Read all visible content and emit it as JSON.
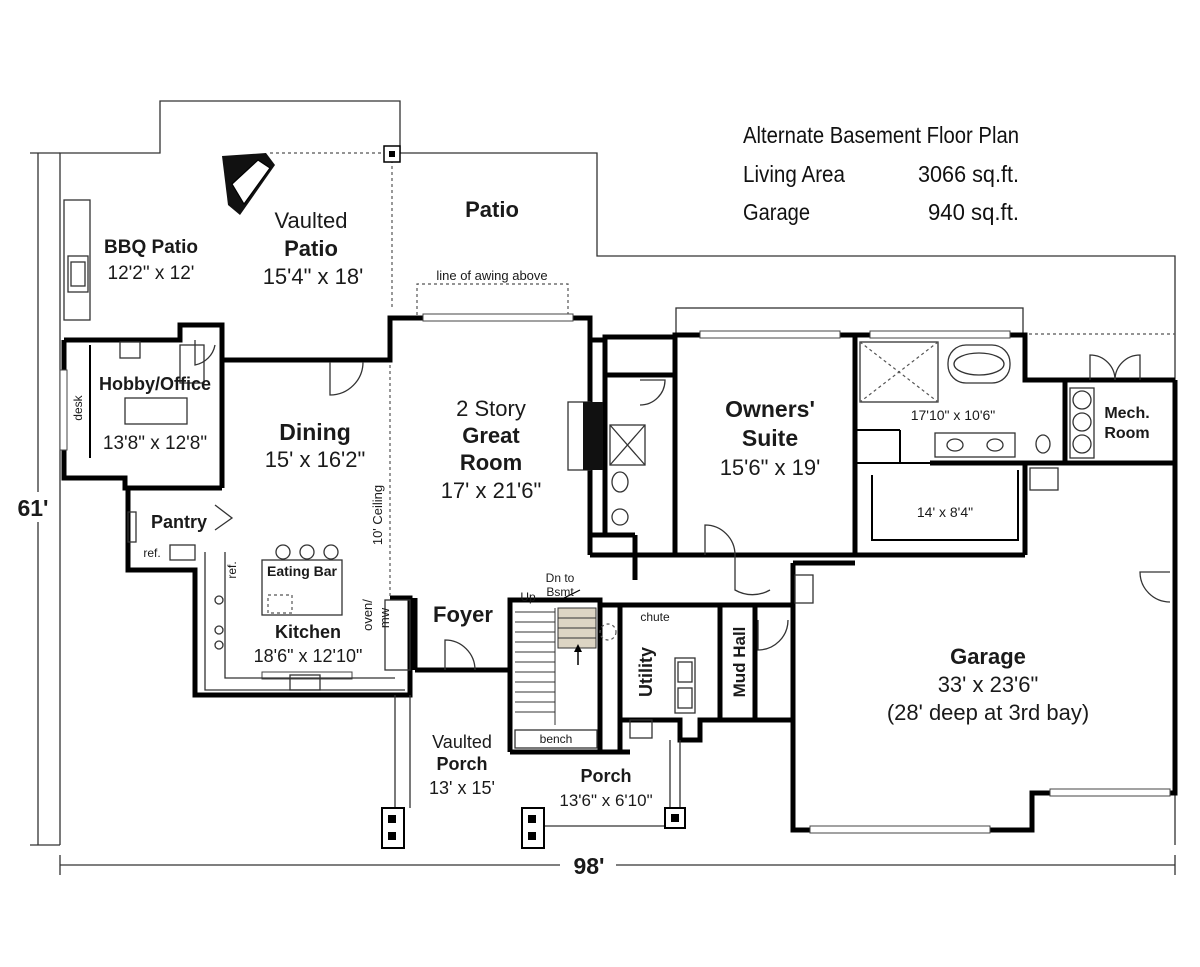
{
  "header": {
    "title": "Alternate Basement Floor Plan",
    "living_label": "Living Area",
    "living_value": "3066 sq.ft.",
    "garage_label": "Garage",
    "garage_value": "940 sq.ft."
  },
  "dimensions": {
    "width": "98'",
    "depth": "61'"
  },
  "rooms": {
    "bbq_patio": {
      "name": "BBQ Patio",
      "size": "12'2\" x 12'"
    },
    "vaulted_patio": {
      "prefix": "Vaulted",
      "name": "Patio",
      "size": "15'4\" x 18'"
    },
    "patio": {
      "name": "Patio"
    },
    "hobby_office": {
      "name": "Hobby/Office",
      "size": "13'8\" x 12'8\""
    },
    "dining": {
      "name": "Dining",
      "size": "15' x 16'2\""
    },
    "great_room": {
      "prefix": "2 Story",
      "name1": "Great",
      "name2": "Room",
      "size": "17' x 21'6\""
    },
    "owners_suite": {
      "name1": "Owners'",
      "name2": "Suite",
      "size": "15'6\" x 19'"
    },
    "bath": {
      "size": "17'10\" x 10'6\""
    },
    "closet": {
      "size": "14' x 8'4\""
    },
    "mech_room": {
      "name1": "Mech.",
      "name2": "Room"
    },
    "pantry": {
      "name": "Pantry"
    },
    "kitchen": {
      "name": "Kitchen",
      "size": "18'6\" x 12'10\""
    },
    "foyer": {
      "name": "Foyer"
    },
    "utility": {
      "name": "Utility"
    },
    "mud_hall": {
      "name": "Mud Hall"
    },
    "garage": {
      "name": "Garage",
      "size": "33' x 23'6\"",
      "note": "(28' deep at 3rd bay)"
    },
    "vaulted_porch": {
      "prefix": "Vaulted",
      "name": "Porch",
      "size": "13' x 15'"
    },
    "porch": {
      "name": "Porch",
      "size": "13'6\" x 6'10\""
    }
  },
  "labels": {
    "awning": "line of awing above",
    "ceiling": "10' Ceiling",
    "eating_bar": "Eating Bar",
    "desk": "desk",
    "ref_pantry": "ref.",
    "ref_kitchen": "ref.",
    "oven": "oven/",
    "mw": "mw",
    "stairs_down_1": "Dn to",
    "stairs_down_2": "Bsmt",
    "stairs_up": "Up",
    "chute": "chute",
    "bench": "bench"
  }
}
